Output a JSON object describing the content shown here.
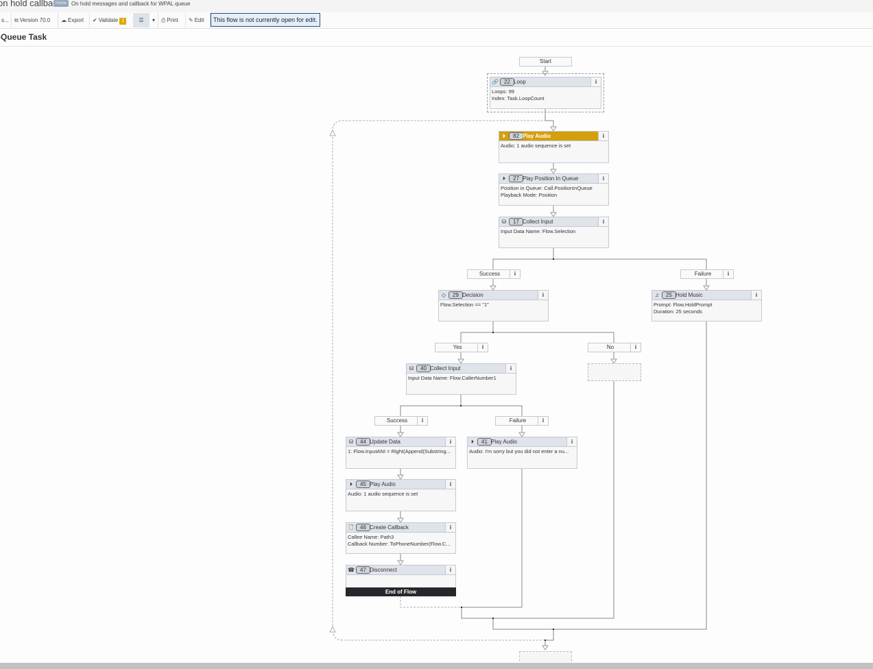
{
  "header": {
    "flow_name": "on hold callback",
    "badge": "Home",
    "description": "On hold messages and callback for WPAL queue"
  },
  "toolbar": {
    "truncated_label": "s...",
    "version": "Version 70.0",
    "export": "Export",
    "validate": "Validate",
    "validate_count": "1",
    "print": "Print",
    "edit": "Edit",
    "notice": "This flow is not currently open for edit."
  },
  "task": {
    "title": "-Queue Task"
  },
  "flow": {
    "start": "Start",
    "end_of_flow": "End of Flow",
    "nodes": {
      "loop": {
        "id": "22",
        "label": "Loop",
        "lines": [
          "Loops: 99",
          "Index: Task.LoopCount"
        ]
      },
      "play_audio_82": {
        "id": "82",
        "label": "Play Audio",
        "lines": [
          "Audio: 1 audio sequence is set"
        ]
      },
      "play_position": {
        "id": "27",
        "label": "Play Position In Queue",
        "lines": [
          "Position in Queue: Call.PositionInQueue",
          "Playback Mode: Position"
        ]
      },
      "collect_input_17": {
        "id": "17",
        "label": "Collect Input",
        "lines": [
          "Input Data Name: Flow.Selection"
        ]
      },
      "decision_29": {
        "id": "29",
        "label": "Decision",
        "lines": [
          "Flow.Selection == \"1\""
        ]
      },
      "hold_music_25": {
        "id": "25",
        "label": "Hold Music",
        "lines": [
          "Prompt: Flow.HoldPrompt",
          "Duration: 25 seconds"
        ]
      },
      "collect_input_40": {
        "id": "40",
        "label": "Collect Input",
        "lines": [
          "Input Data Name: Flow.CallerNumber1"
        ]
      },
      "update_data_44": {
        "id": "44",
        "label": "Update Data",
        "lines": [
          "1: Flow.InputANI = Right(Append(Substring..."
        ]
      },
      "play_audio_41": {
        "id": "41",
        "label": "Play Audio",
        "lines": [
          "Audio: I'm sorry but you did not enter a nu..."
        ]
      },
      "play_audio_45": {
        "id": "45",
        "label": "Play Audio",
        "lines": [
          "Audio: 1 audio sequence is set"
        ]
      },
      "create_callback_46": {
        "id": "46",
        "label": "Create Callback",
        "lines": [
          "Callee Name: Path3",
          "Callback Number: ToPhoneNumber(Flow.C..."
        ]
      },
      "disconnect_47": {
        "id": "47",
        "label": "Disconnect",
        "lines": []
      }
    },
    "paths": {
      "success_1": "Success",
      "failure_1": "Failure",
      "yes": "Yes",
      "no": "No",
      "success_2": "Success",
      "failure_2": "Failure"
    },
    "info_glyph": "i"
  },
  "colors": {
    "active_node": "#d49f0c",
    "notice_border": "#2b4a78",
    "notice_bg": "#e3eefc",
    "warn_badge": "#e0a800"
  }
}
